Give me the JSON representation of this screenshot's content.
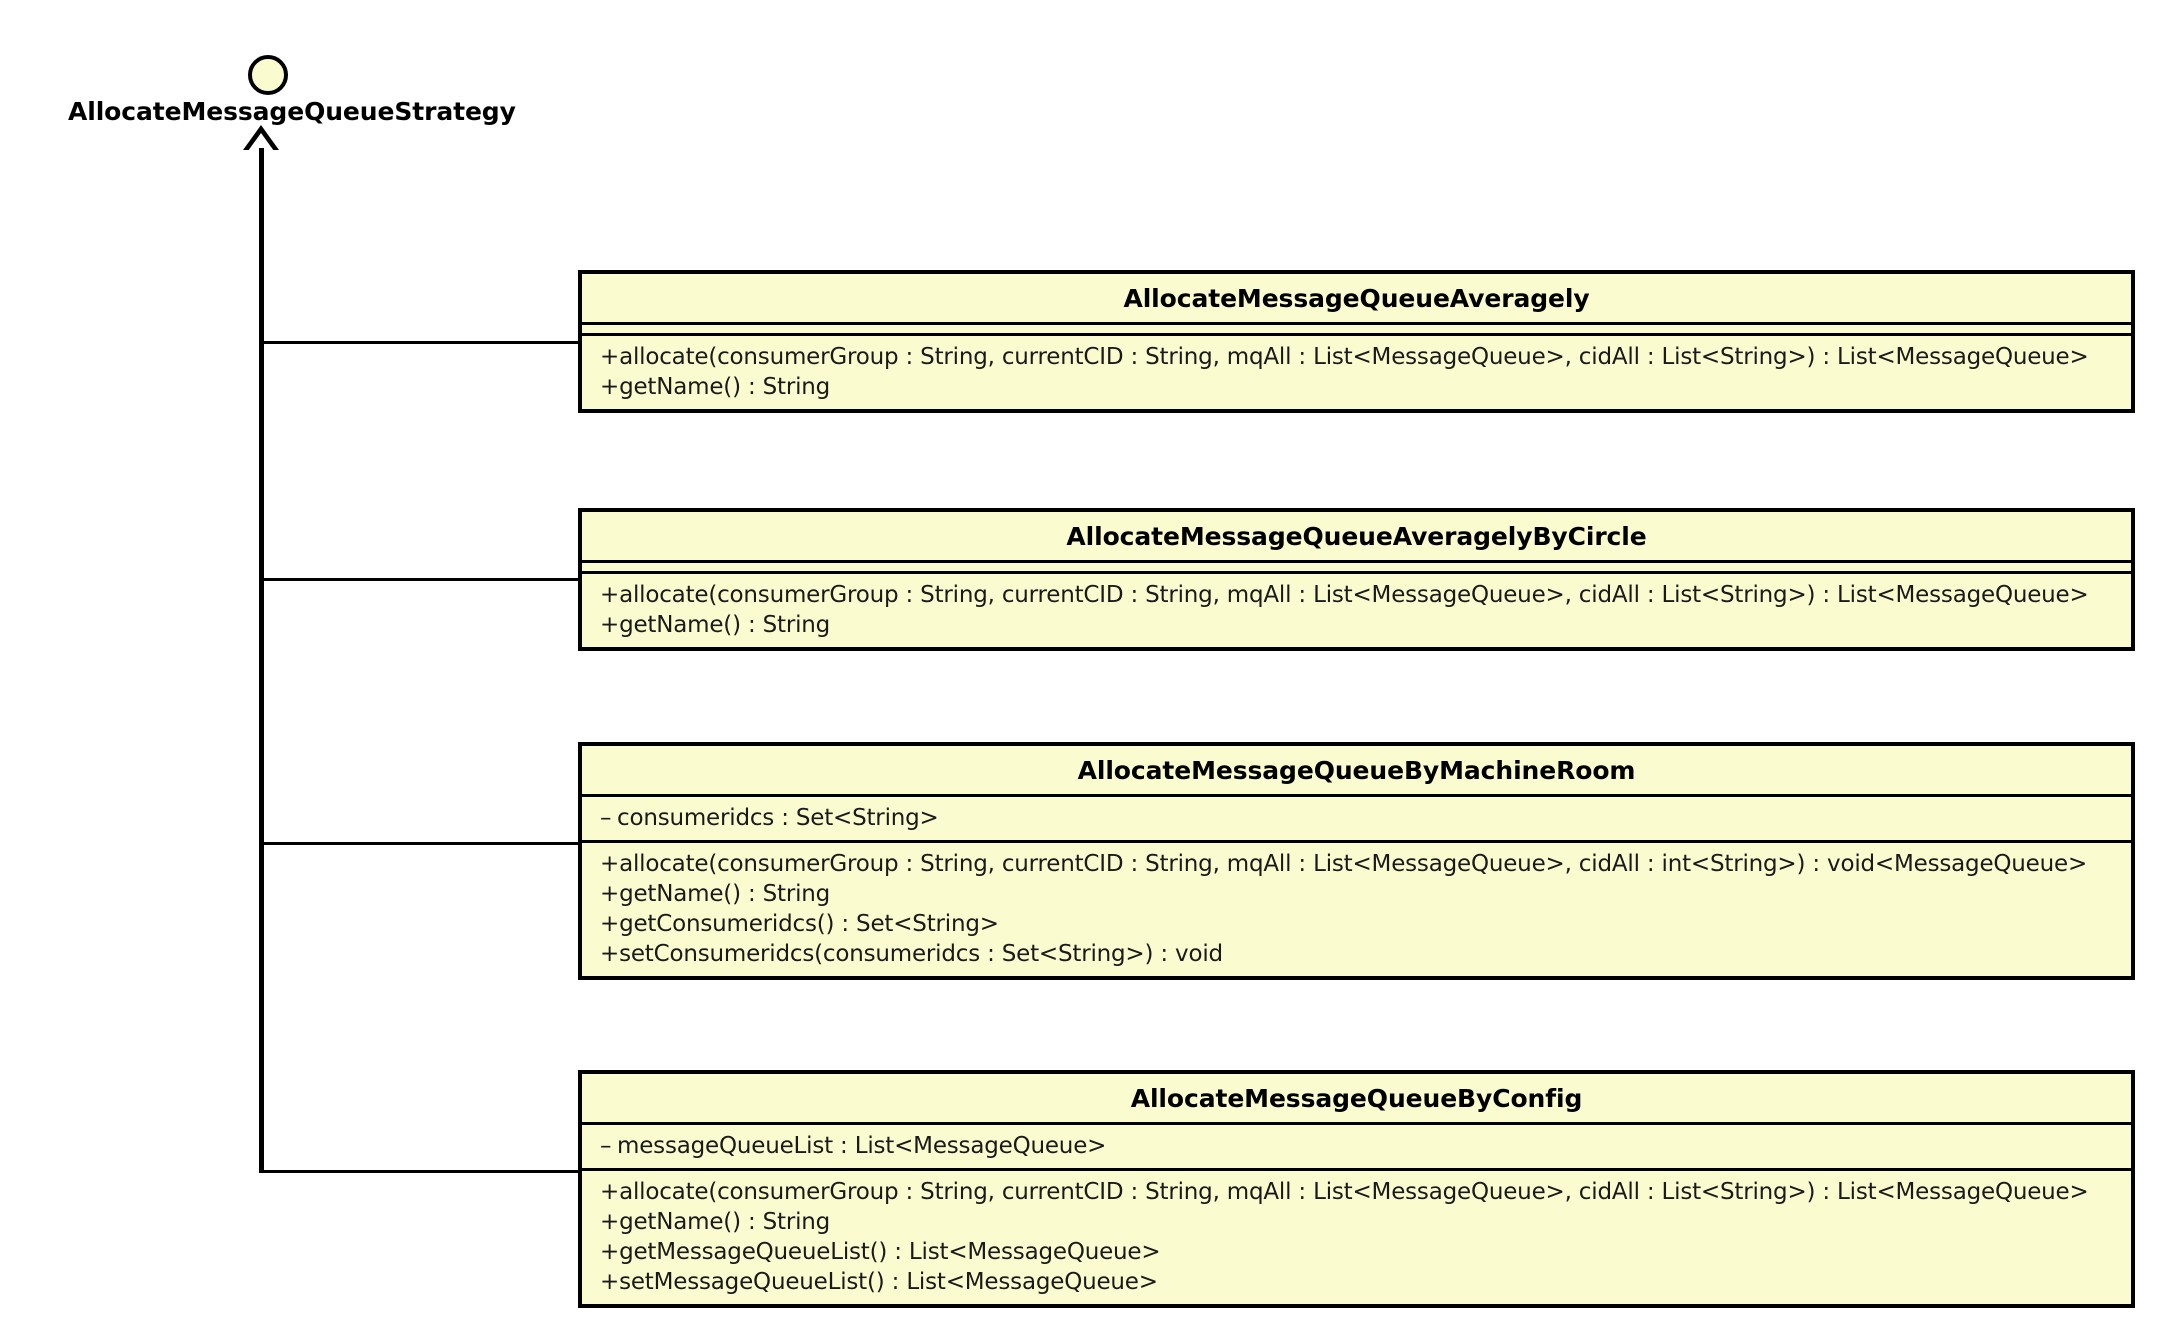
{
  "diagram": {
    "type": "uml-class-diagram",
    "relationship": "generalization",
    "background_color": "#ffffff",
    "box_fill_color": "#fbfbd0",
    "box_border_color": "#000000",
    "text_color": "#000000"
  },
  "interface": {
    "name": "AllocateMessageQueueStrategy",
    "stereotype_shape": "interface-circle"
  },
  "classes": [
    {
      "name": "AllocateMessageQueueAveragely",
      "attributes": [],
      "methods": [
        {
          "visibility": "+",
          "text": "allocate(consumerGroup : String, currentCID : String, mqAll : List<MessageQueue>, cidAll : List<String>) : List<MessageQueue>"
        },
        {
          "visibility": "+",
          "text": "getName() : String"
        }
      ]
    },
    {
      "name": "AllocateMessageQueueAveragelyByCircle",
      "attributes": [],
      "methods": [
        {
          "visibility": "+",
          "text": "allocate(consumerGroup : String, currentCID : String, mqAll : List<MessageQueue>, cidAll : List<String>) : List<MessageQueue>"
        },
        {
          "visibility": "+",
          "text": "getName() : String"
        }
      ]
    },
    {
      "name": "AllocateMessageQueueByMachineRoom",
      "attributes": [
        {
          "visibility": "–",
          "text": "consumeridcs : Set<String>"
        }
      ],
      "methods": [
        {
          "visibility": "+",
          "text": "allocate(consumerGroup : String, currentCID : String, mqAll : List<MessageQueue>, cidAll : int<String>) : void<MessageQueue>"
        },
        {
          "visibility": "+",
          "text": "getName() : String"
        },
        {
          "visibility": "+",
          "text": "getConsumeridcs() : Set<String>"
        },
        {
          "visibility": "+",
          "text": "setConsumeridcs(consumeridcs : Set<String>) : void"
        }
      ]
    },
    {
      "name": "AllocateMessageQueueByConfig",
      "attributes": [
        {
          "visibility": "–",
          "text": "messageQueueList : List<MessageQueue>"
        }
      ],
      "methods": [
        {
          "visibility": "+",
          "text": "allocate(consumerGroup : String, currentCID : String, mqAll : List<MessageQueue>, cidAll : List<String>) : List<MessageQueue>"
        },
        {
          "visibility": "+",
          "text": "getName() : String"
        },
        {
          "visibility": "+",
          "text": "getMessageQueueList() : List<MessageQueue>"
        },
        {
          "visibility": "+",
          "text": "setMessageQueueList() : List<MessageQueue>"
        }
      ]
    }
  ]
}
